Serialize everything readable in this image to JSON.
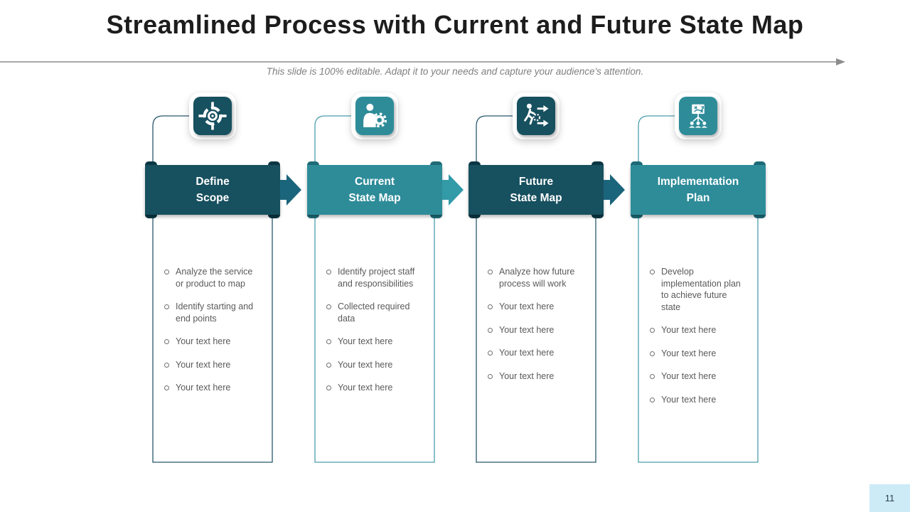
{
  "slide": {
    "title": "Streamlined Process with Current and Future State Map",
    "subtitle": "This slide is 100% editable. Adapt it to your needs and capture your audience's attention.",
    "page_number": "11"
  },
  "colors": {
    "dark_teal": "#17505f",
    "dark_teal_tab": "#0c3744",
    "light_teal": "#2e8c99",
    "light_teal_tab": "#1e6b77",
    "outline_dark": "#27576b",
    "outline_light": "#4c9dad",
    "divider_gray": "#a9a9a9",
    "bullet_text": "#5a5a5a",
    "page_badge_bg": "#cdebf7"
  },
  "columns": [
    {
      "id": "define-scope",
      "icon": "target-icon",
      "theme": "dark",
      "title_line1": "Define",
      "title_line2": "Scope",
      "has_arrow": true,
      "bullets": [
        "Analyze the service or product to map",
        "Identify starting and end points",
        "Your text here",
        "Your text here",
        "Your text here"
      ]
    },
    {
      "id": "current-state-map",
      "icon": "person-gear-icon",
      "theme": "light",
      "title_line1": "Current",
      "title_line2": "State Map",
      "has_arrow": true,
      "bullets": [
        "Identify project staff and responsibilities",
        "Collected required data",
        "Your text here",
        "Your text here",
        "Your text here"
      ]
    },
    {
      "id": "future-state-map",
      "icon": "running-person-arrows-icon",
      "theme": "dark",
      "title_line1": "Future",
      "title_line2": "State Map",
      "has_arrow": true,
      "bullets": [
        "Analyze how future process will work",
        "Your text here",
        "Your text here",
        "Your text here",
        "Your text here"
      ]
    },
    {
      "id": "implementation-plan",
      "icon": "strategy-board-team-icon",
      "theme": "light",
      "title_line1": "Implementation",
      "title_line2": "Plan",
      "has_arrow": false,
      "bullets": [
        "Develop implementation plan to achieve future state",
        "Your text here",
        "Your text here",
        "Your text here",
        "Your text here"
      ]
    }
  ]
}
